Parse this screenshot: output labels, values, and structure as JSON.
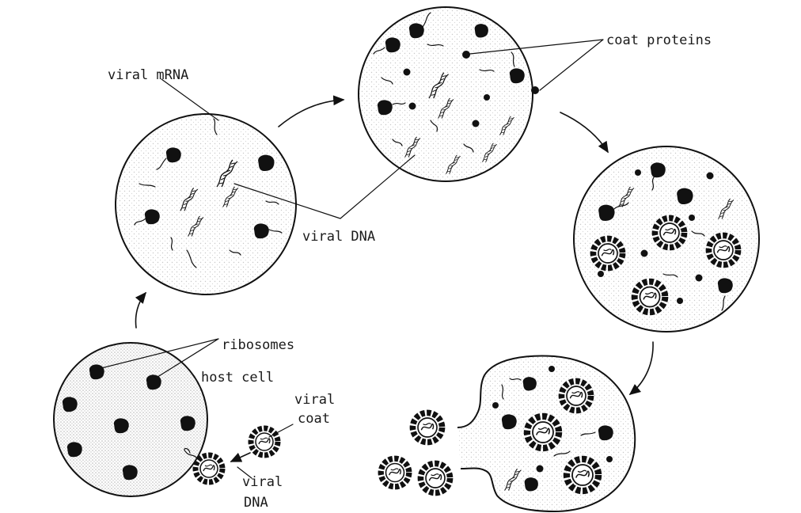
{
  "labels": {
    "viral_mrna": "viral mRNA",
    "coat_proteins": "coat proteins",
    "viral_dna_mid": "viral DNA",
    "ribosomes": "ribosomes",
    "host_cell": "host cell",
    "viral_coat_1": "viral",
    "viral_coat_2": "coat",
    "viral_dna_low_1": "viral",
    "viral_dna_low_2": "DNA"
  },
  "colors": {
    "ink": "#111111",
    "paper": "#ffffff",
    "stipple": "#d8d8d8"
  }
}
